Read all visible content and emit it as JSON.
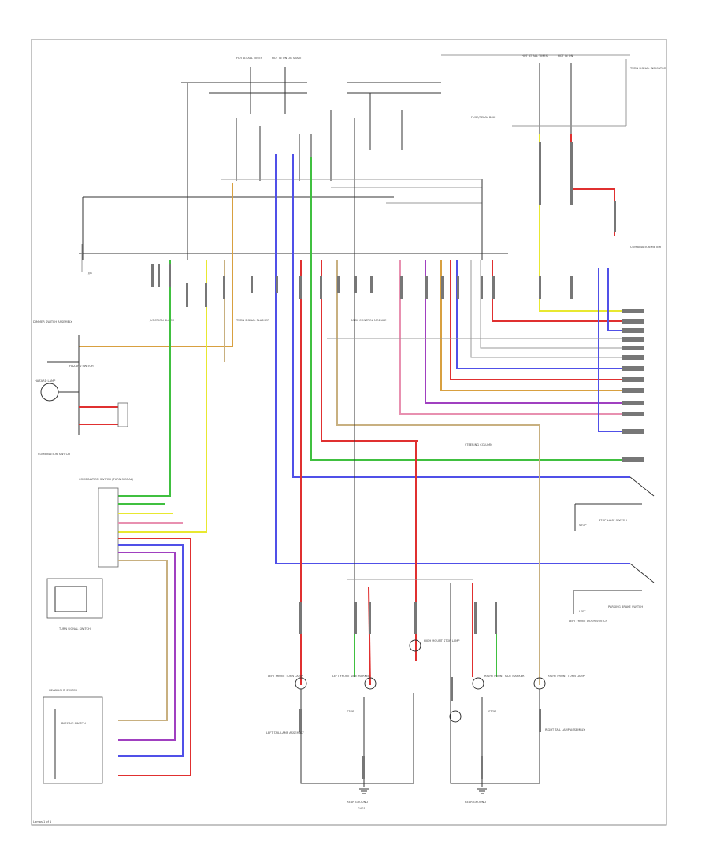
{
  "page": {
    "footer_code": "Lamps 1 of 1"
  },
  "colors": {
    "red": "#e03030",
    "blue": "#5050e8",
    "green": "#40c040",
    "yellow": "#e8e830",
    "orange": "#d8a040",
    "purple": "#a040c0",
    "pink": "#e890b0",
    "tan": "#c8b080",
    "black": "#333333",
    "gray": "#999999"
  },
  "labels": {
    "top_fuse_a": "HOT AT ALL TIMES",
    "top_fuse_b": "HOT IN ON OR START",
    "top_fuse_c": "HOT AT ALL TIMES",
    "top_fuse_d": "HOT IN ON",
    "fuse_box_note": "FUSE/RELAY BOX",
    "junction_block": "JUNCTION BLOCK",
    "jb_left": "J/B",
    "left_conn1": "DIMMER SWITCH ASSEMBLY",
    "left_switch": "HAZARD SWITCH",
    "left_lamp": "HAZARD LAMP",
    "left_hazard": "COMBINATION SWITCH",
    "mid_relay": "TURN SIGNAL FLASHER",
    "center_module": "BODY CONTROL MODULE",
    "center_conn": "STEERING COLUMN",
    "combo_box": "COMBINATION SWITCH (TURN SIGNAL)",
    "turn_sig_sw": "TURN SIGNAL SWITCH",
    "headlight_sw": "HEADLIGHT SWITCH",
    "headlight_sub": "PASSING SWITCH",
    "stop_lamp_sw": "STOP LAMP SWITCH",
    "stop_sub": "STOP",
    "park_brake": "PARKING BRAKE SWITCH",
    "park_sub": "LEFT",
    "door_sw": "LEFT FRONT DOOR SWITCH",
    "right_top": "TURN SIGNAL INDICATOR",
    "right_box": "COMBINATION METER",
    "lamp_lf_turn": "LEFT FRONT TURN LAMP",
    "lamp_lf_side": "LEFT FRONT SIDE MARKER",
    "lamp_center": "HIGH MOUNT STOP LAMP",
    "lamp_rf_side": "RIGHT FRONT SIDE MARKER",
    "lamp_rf_turn": "RIGHT FRONT TURN LAMP",
    "lamp_lr_tail": "LEFT TAIL LAMP ASSEMBLY",
    "lamp_lr_stop": "STOP",
    "lamp_rr_tail": "RIGHT TAIL LAMP ASSEMBLY",
    "lamp_rr_stop": "STOP",
    "ground_l": "REAR GROUND",
    "ground_r": "REAR GROUND",
    "gnd_sub": "G401"
  }
}
